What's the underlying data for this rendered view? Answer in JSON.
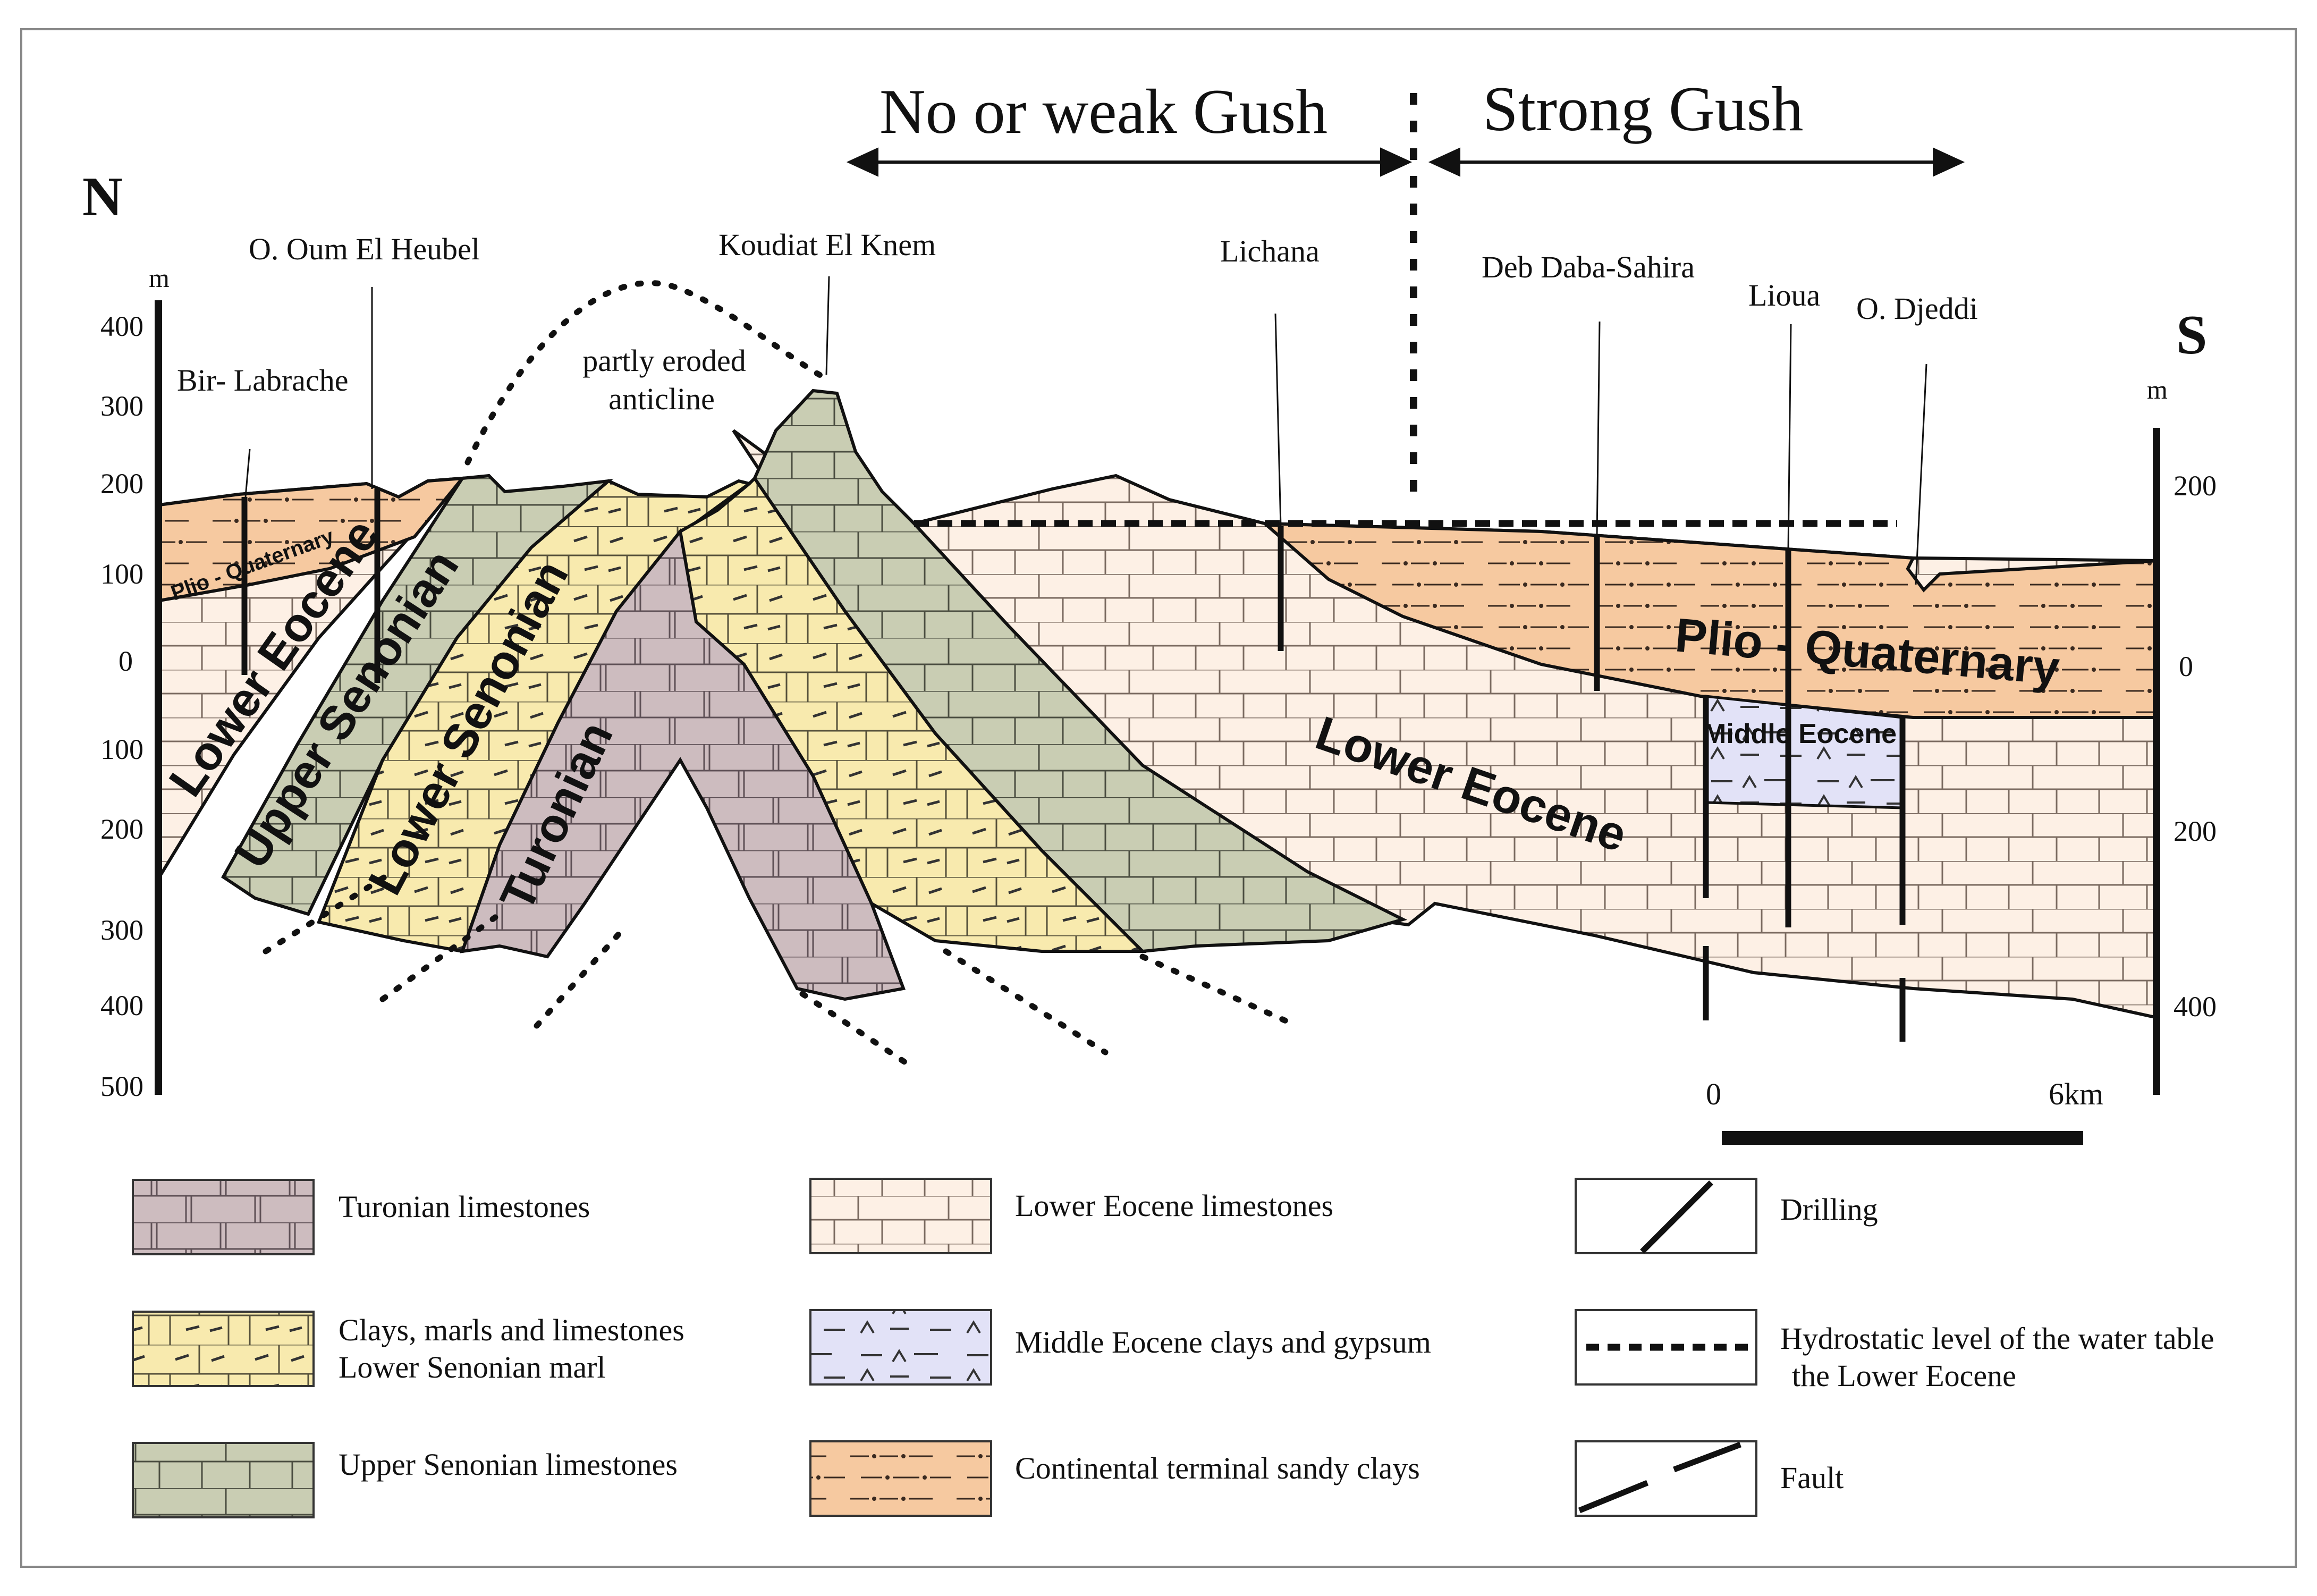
{
  "gush": {
    "weak": "No or weak Gush",
    "strong": "Strong Gush"
  },
  "directions": {
    "north": "N",
    "south": "S"
  },
  "axis_left": {
    "unit": "m",
    "ticks": [
      "400",
      "300",
      "200",
      "100",
      "0",
      "100",
      "200",
      "300",
      "400",
      "500"
    ]
  },
  "axis_right": {
    "unit": "m",
    "ticks": [
      "200",
      "0",
      "200",
      "400"
    ]
  },
  "places": {
    "oum_el_heubel": "O. Oum El Heubel",
    "bir_labrache": "Bir- Labrache",
    "koudiat": "Koudiat El Knem",
    "anticline_1": "partly eroded",
    "anticline_2": "anticline",
    "lichana": "Lichana",
    "deb_daba": "Deb Daba-Sahira",
    "lioua": "Lioua",
    "djeddi": "O. Djeddi"
  },
  "units": {
    "plio_small": "Plio - Quaternary",
    "lower_eocene_small": "Lower Eocene",
    "upper_senonian": "Upper Senonian",
    "lower_senonian": "Lower Senonian",
    "turonian": "Turonian",
    "plio_big": "Plio - Quaternary",
    "lower_eocene_big": "Lower Eocene",
    "middle_eocene": "Middle Eocene"
  },
  "scale": {
    "start": "0",
    "end": "6km"
  },
  "legend": {
    "turonian": "Turonian limestones",
    "lower_senonian_1": "Clays, marls and limestones",
    "lower_senonian_2": "Lower Senonian marl",
    "upper_senonian": "Upper Senonian limestones",
    "lower_eocene": "Lower Eocene limestones",
    "middle_eocene": "Middle Eocene clays and gypsum",
    "continental": "Continental terminal sandy clays",
    "drilling": "Drilling",
    "hydro_1": "Hydrostatic level of the water table",
    "hydro_2": "the Lower Eocene",
    "fault": "Fault"
  },
  "colors": {
    "turonian": "#cdbcbf",
    "lower_senonian": "#f8eaae",
    "upper_senonian": "#c9cdb3",
    "lower_eocene": "#fdf0e5",
    "middle_eocene": "#e2e2f7",
    "plio_quaternary": "#f6c9a0"
  }
}
